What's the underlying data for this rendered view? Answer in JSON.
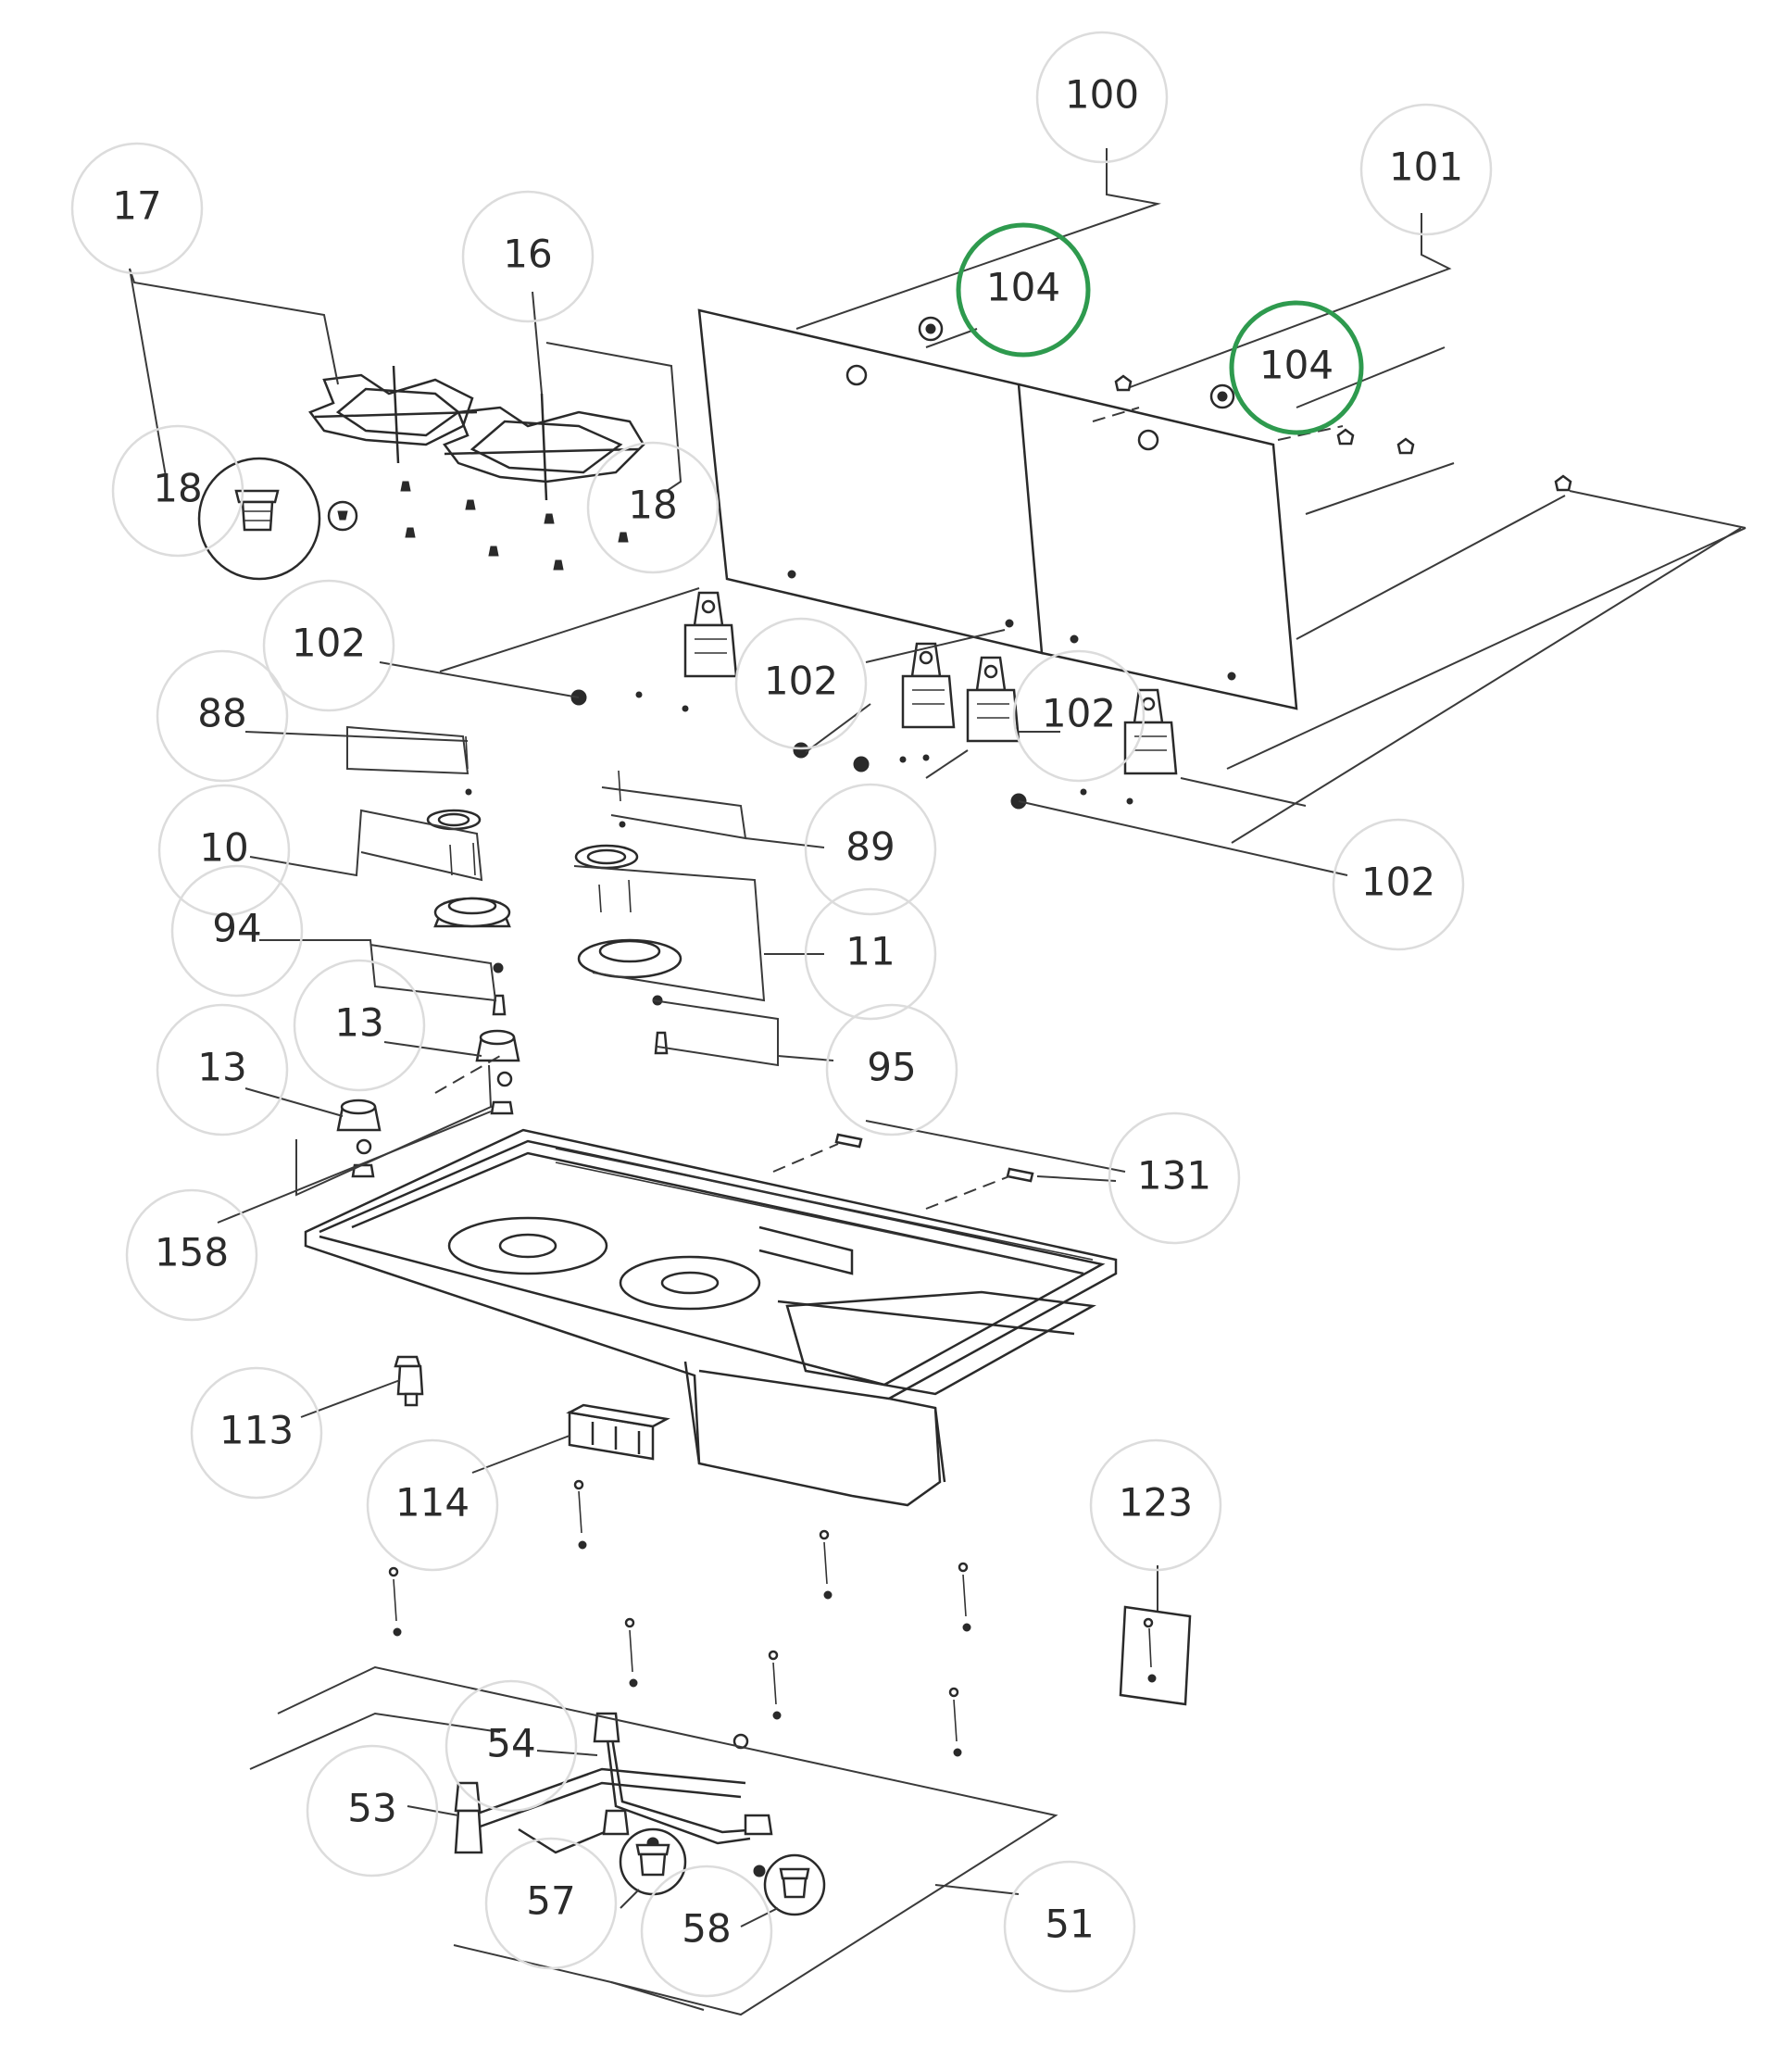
{
  "callouts": [
    {
      "id": "c100",
      "label": "100",
      "highlight": false
    },
    {
      "id": "c101",
      "label": "101",
      "highlight": false
    },
    {
      "id": "c104a",
      "label": "104",
      "highlight": true
    },
    {
      "id": "c104b",
      "label": "104",
      "highlight": true
    },
    {
      "id": "c17",
      "label": "17",
      "highlight": false
    },
    {
      "id": "c16",
      "label": "16",
      "highlight": false
    },
    {
      "id": "c18a",
      "label": "18",
      "highlight": false
    },
    {
      "id": "c18b",
      "label": "18",
      "highlight": false
    },
    {
      "id": "c102a",
      "label": "102",
      "highlight": false
    },
    {
      "id": "c102b",
      "label": "102",
      "highlight": false
    },
    {
      "id": "c102c",
      "label": "102",
      "highlight": false
    },
    {
      "id": "c102d",
      "label": "102",
      "highlight": false
    },
    {
      "id": "c88",
      "label": "88",
      "highlight": false
    },
    {
      "id": "c89",
      "label": "89",
      "highlight": false
    },
    {
      "id": "c10",
      "label": "10",
      "highlight": false
    },
    {
      "id": "c11",
      "label": "11",
      "highlight": false
    },
    {
      "id": "c94",
      "label": "94",
      "highlight": false
    },
    {
      "id": "c95",
      "label": "95",
      "highlight": false
    },
    {
      "id": "c13a",
      "label": "13",
      "highlight": false
    },
    {
      "id": "c13b",
      "label": "13",
      "highlight": false
    },
    {
      "id": "c131",
      "label": "131",
      "highlight": false
    },
    {
      "id": "c158",
      "label": "158",
      "highlight": false
    },
    {
      "id": "c113",
      "label": "113",
      "highlight": false
    },
    {
      "id": "c114",
      "label": "114",
      "highlight": false
    },
    {
      "id": "c123",
      "label": "123",
      "highlight": false
    },
    {
      "id": "c54",
      "label": "54",
      "highlight": false
    },
    {
      "id": "c53",
      "label": "53",
      "highlight": false
    },
    {
      "id": "c57",
      "label": "57",
      "highlight": false
    },
    {
      "id": "c58",
      "label": "58",
      "highlight": false
    },
    {
      "id": "c51",
      "label": "51",
      "highlight": false
    }
  ],
  "colors": {
    "line": "#2a2a2a",
    "callout_ring": "#dcdcdc",
    "highlight_ring": "#2e9a4e",
    "text": "#2b2b2b"
  }
}
